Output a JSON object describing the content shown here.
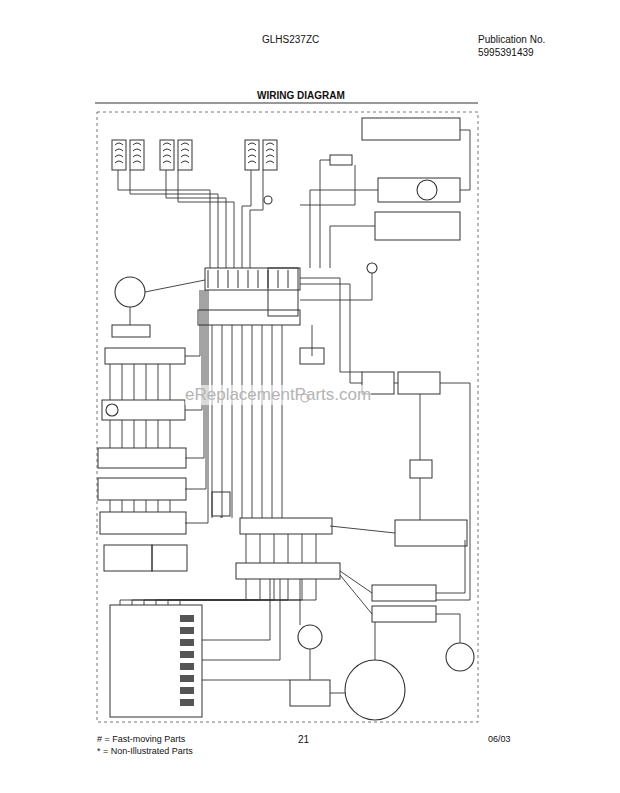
{
  "diagram": {
    "title": "WIRING DIAGRAM",
    "labels": [
      "GLHS237ZC",
      "Publication No.",
      "5995391439",
      "eReplacementParts.com",
      "# = Fast-moving Parts",
      "* = Non-Illustrated Parts",
      "21",
      "06/03"
    ]
  }
}
